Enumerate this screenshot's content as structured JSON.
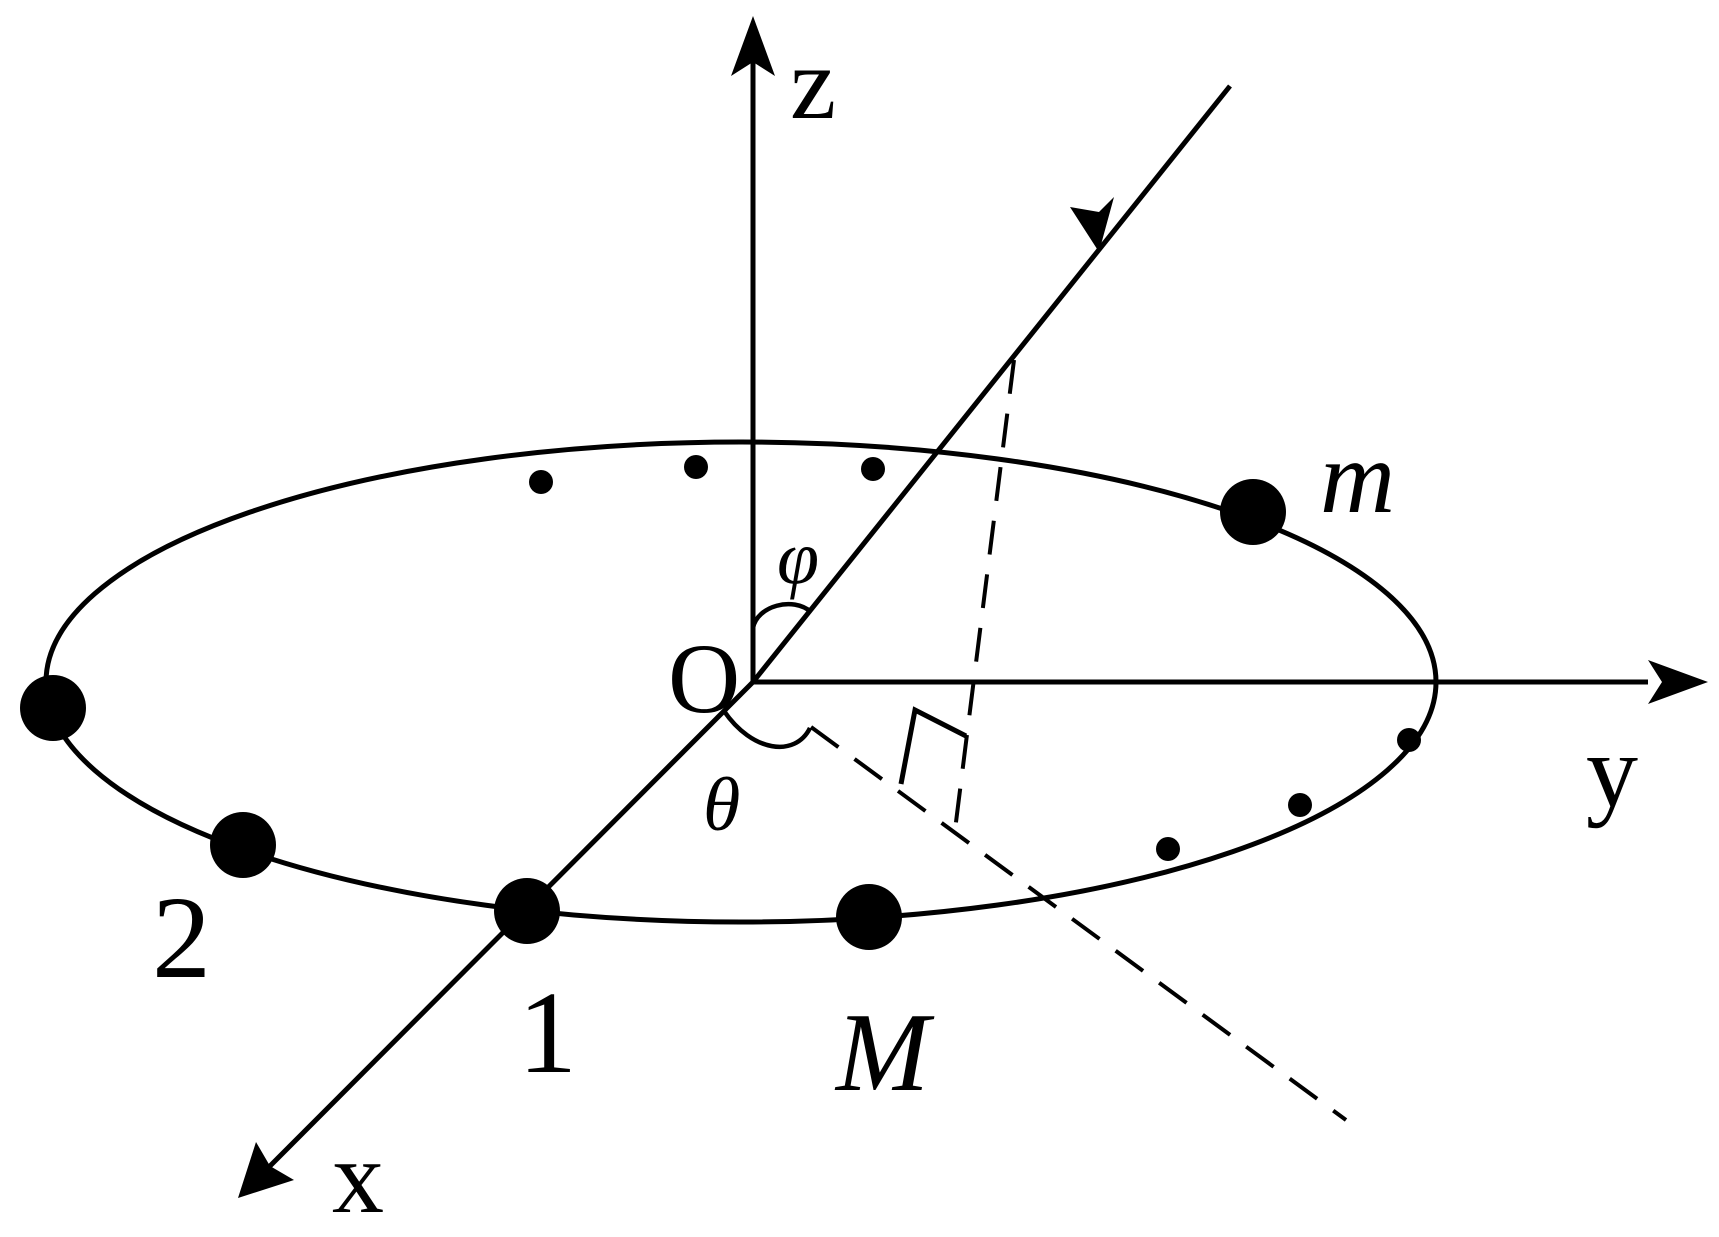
{
  "labels": {
    "axis_z": "z",
    "axis_y": "y",
    "axis_x": "x",
    "origin": "O",
    "angle_phi": "φ",
    "angle_theta": "θ",
    "mass_small": "m",
    "mass_large": "M",
    "bead_1": "1",
    "bead_2": "2"
  },
  "colors": {
    "ink": "#000000",
    "background": "#ffffff"
  }
}
